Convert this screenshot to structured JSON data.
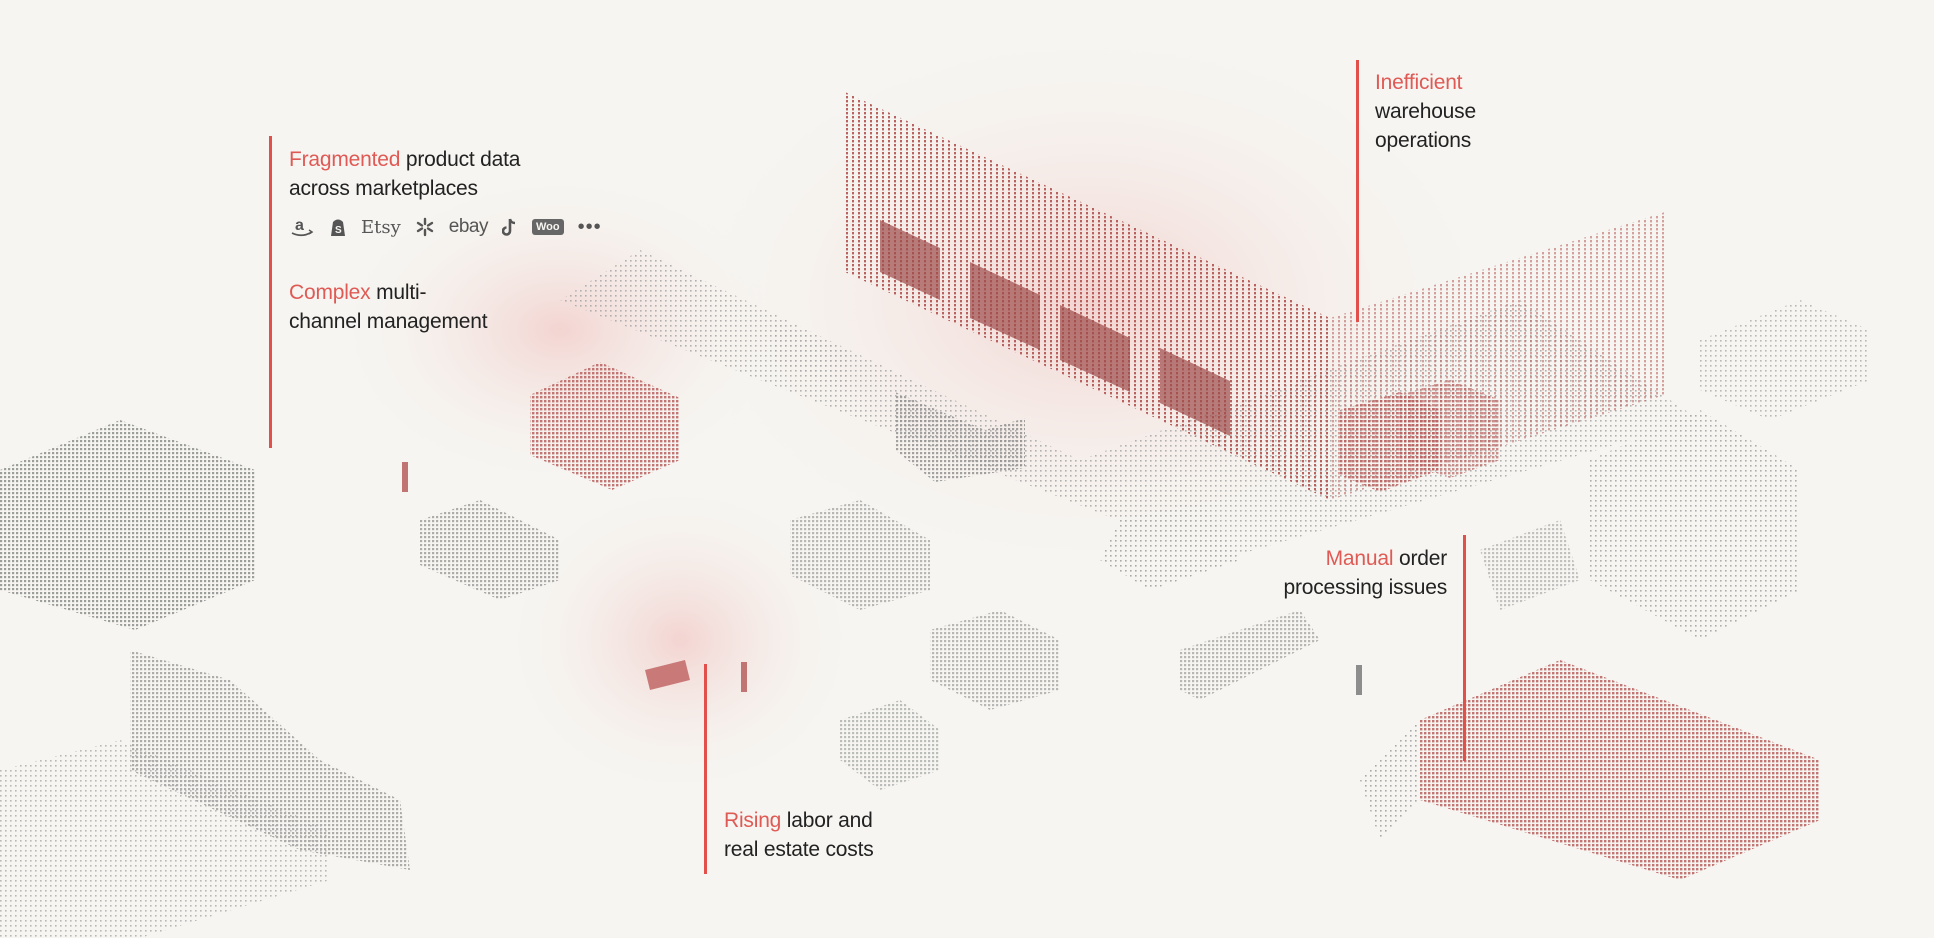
{
  "callouts": {
    "fragmented": {
      "highlight": "Fragmented",
      "rest1": " product data",
      "line2": "across marketplaces"
    },
    "complex": {
      "highlight": "Complex",
      "rest1": " multi-",
      "line2": "channel management"
    },
    "inefficient": {
      "highlight": "Inefficient",
      "line2": "warehouse",
      "line3": "operations"
    },
    "manual": {
      "highlight": "Manual",
      "rest1": " order",
      "line2": "processing issues"
    },
    "rising": {
      "highlight": "Rising",
      "rest1": " labor and",
      "line2": "real estate costs"
    }
  },
  "marketplace_logos": [
    {
      "name": "amazon-logo",
      "glyph": "a"
    },
    {
      "name": "shopify-logo",
      "glyph": ""
    },
    {
      "name": "etsy-logo",
      "glyph": "Etsy"
    },
    {
      "name": "walmart-logo",
      "glyph": ""
    },
    {
      "name": "ebay-logo",
      "glyph": "ebay"
    },
    {
      "name": "tiktok-logo",
      "glyph": ""
    },
    {
      "name": "woocommerce-logo",
      "glyph": "Woo"
    },
    {
      "name": "more-icon",
      "glyph": "•••"
    }
  ],
  "colors": {
    "background": "#f6f5f1",
    "accent": "#e2504b",
    "highlight_text": "#e05a55",
    "body_text": "#222222",
    "scene_gray": "#9a9a9a",
    "scene_red": "#c97a78"
  }
}
